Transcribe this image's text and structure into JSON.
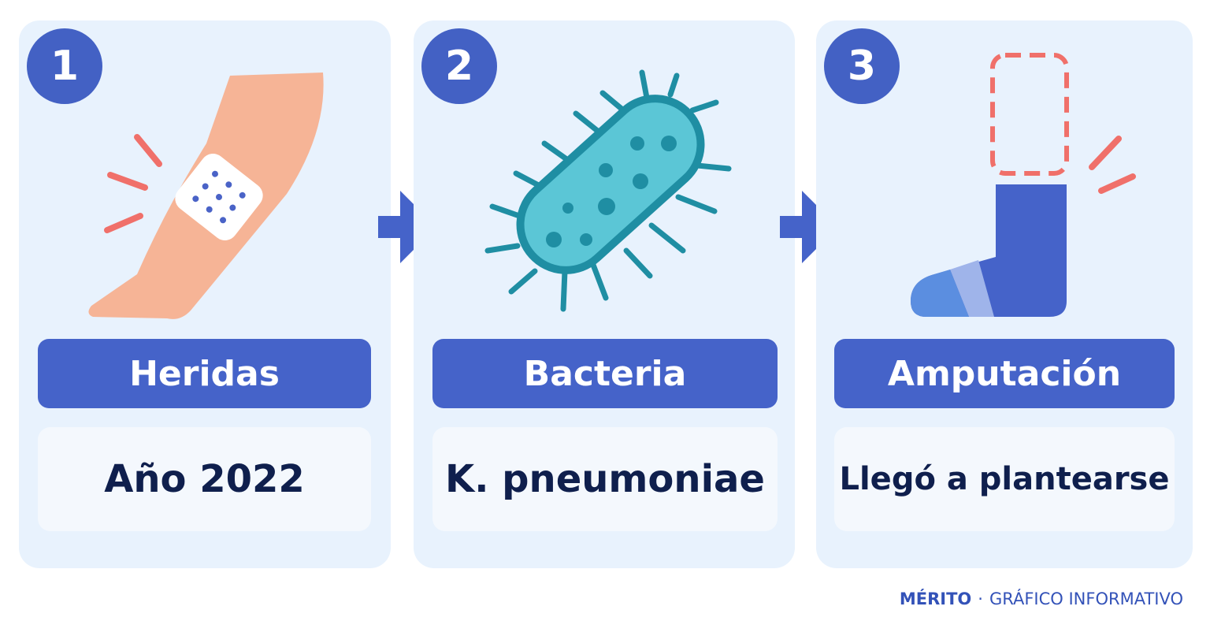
{
  "steps": [
    {
      "number": "1",
      "title": "Heridas",
      "detail": "Año 2022",
      "icon": "bandaged-leg-icon"
    },
    {
      "number": "2",
      "title": "Bacteria",
      "detail": "K. pneumoniae",
      "icon": "bacterium-icon"
    },
    {
      "number": "3",
      "title": "Amputación",
      "detail": "Llegó a plantearse",
      "icon": "amputated-foot-icon"
    }
  ],
  "footer": {
    "brand": "MÉRITO",
    "separator": "·",
    "caption": "GRÁFICO INFORMATIVO"
  },
  "colors": {
    "card_background": "#e8f2fd",
    "accent_blue": "#4563c9",
    "text_dark": "#0f1f4d",
    "skin": "#f6b496",
    "bacterium": "#5bc6d6",
    "bacterium_outline": "#1f8ea3",
    "pain_marks": "#f0706a"
  }
}
